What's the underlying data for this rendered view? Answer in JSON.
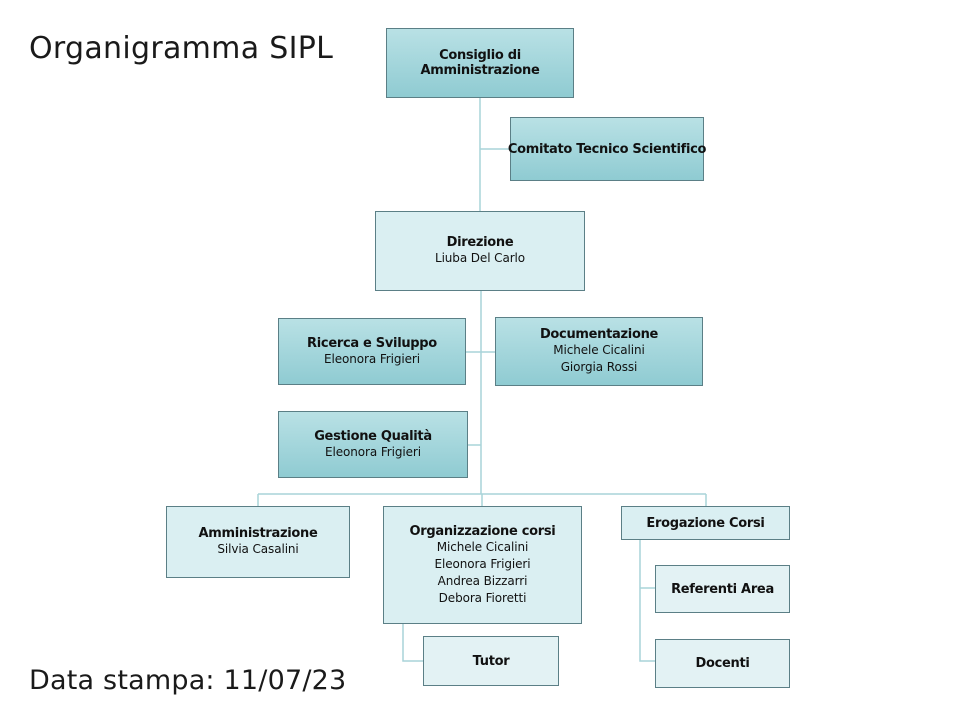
{
  "title": "Organigramma SIPL",
  "footer": "Data stampa: 11/07/23",
  "nodes": {
    "consiglio": {
      "name": "Consiglio di Amministrazione",
      "people": []
    },
    "comitato": {
      "name": "Comitato Tecnico Scientifico",
      "people": []
    },
    "direzione": {
      "name": "Direzione",
      "people": [
        "Liuba Del Carlo"
      ]
    },
    "ricerca": {
      "name": "Ricerca e Sviluppo",
      "people": [
        "Eleonora Frigieri"
      ]
    },
    "documentazione": {
      "name": "Documentazione",
      "people": [
        "Michele Cicalini",
        "Giorgia Rossi"
      ]
    },
    "qualita": {
      "name": "Gestione Qualità",
      "people": [
        "Eleonora Frigieri"
      ]
    },
    "amministrazione": {
      "name": "Amministrazione",
      "people": [
        "Silvia Casalini"
      ]
    },
    "organizzazione": {
      "name": "Organizzazione corsi",
      "people": [
        "Michele Cicalini",
        "Eleonora Frigieri",
        "Andrea Bizzarri",
        "Debora Fioretti"
      ]
    },
    "erogazione": {
      "name": "Erogazione Corsi",
      "people": []
    },
    "referenti": {
      "name": "Referenti Area",
      "people": []
    },
    "docenti": {
      "name": "Docenti",
      "people": []
    },
    "tutor": {
      "name": "Tutor",
      "people": []
    }
  }
}
